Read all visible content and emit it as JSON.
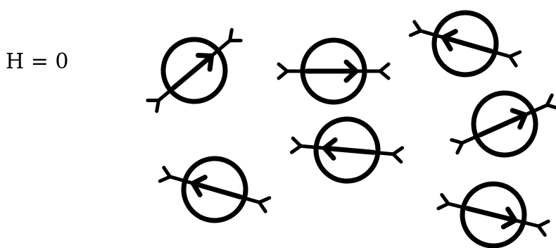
{
  "field_label": "H = 0",
  "colors": {
    "ink": "#000000",
    "background": "#ffffff"
  },
  "dipoles": [
    {
      "name": "dipole-1",
      "orientation_deg": -40
    },
    {
      "name": "dipole-2",
      "orientation_deg": 0
    },
    {
      "name": "dipole-3",
      "orientation_deg": 196
    },
    {
      "name": "dipole-4",
      "orientation_deg": -24
    },
    {
      "name": "dipole-5",
      "orientation_deg": 185
    },
    {
      "name": "dipole-6",
      "orientation_deg": 196
    },
    {
      "name": "dipole-7",
      "orientation_deg": 14
    }
  ]
}
